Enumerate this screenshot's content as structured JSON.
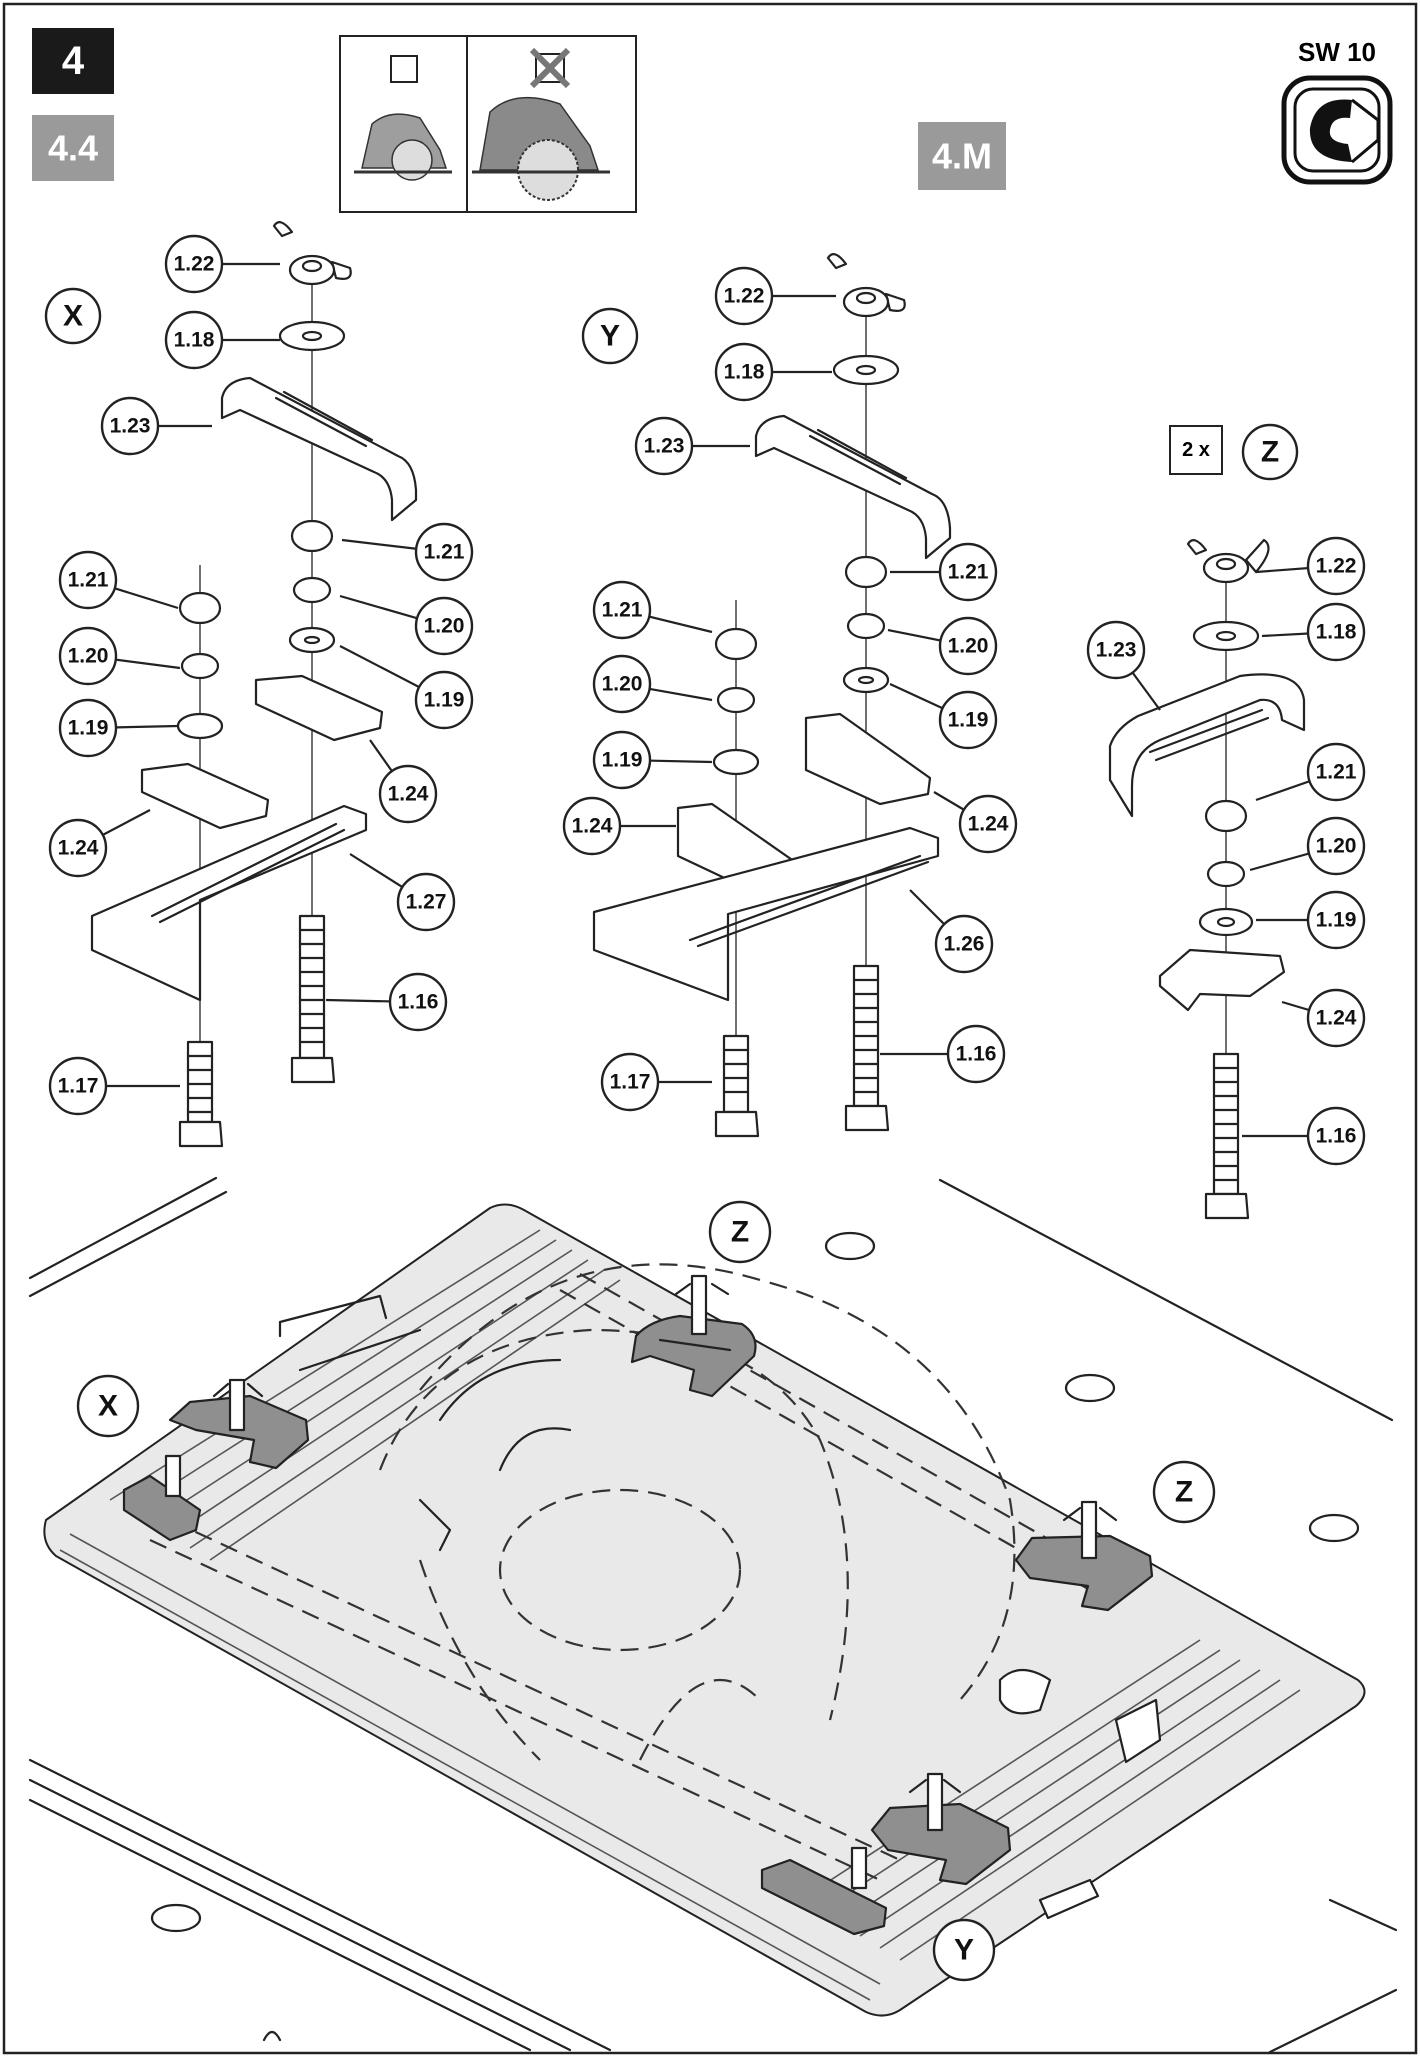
{
  "header": {
    "step_number": "4",
    "sub_step": "4.4",
    "variant": "4.M",
    "tool": "SW 10",
    "saw_option_small": "",
    "saw_option_large": ""
  },
  "colors": {
    "step_badge": "#1a1a1a",
    "sub_badge": "#9a9a9a",
    "highlight_part": "#8f8f8f",
    "line": "#222222"
  },
  "icons": [
    "wrench-icon",
    "checkbox-empty-icon",
    "checkbox-crossed-icon",
    "circular-saw-small-icon",
    "circular-saw-large-icon"
  ],
  "groups": {
    "x": {
      "title": "X",
      "parts": [
        "1.22",
        "1.18",
        "1.23",
        "1.21",
        "1.20",
        "1.19",
        "1.24",
        "1.27",
        "1.16",
        "1.21",
        "1.20",
        "1.19",
        "1.24",
        "1.17"
      ]
    },
    "y": {
      "title": "Y",
      "parts": [
        "1.22",
        "1.18",
        "1.23",
        "1.21",
        "1.20",
        "1.19",
        "1.24",
        "1.26",
        "1.16",
        "1.21",
        "1.20",
        "1.19",
        "1.24",
        "1.17"
      ]
    },
    "z": {
      "title": "Z",
      "quantity": "2 x",
      "parts": [
        "1.22",
        "1.18",
        "1.23",
        "1.21",
        "1.20",
        "1.19",
        "1.24",
        "1.16"
      ]
    }
  },
  "assembly": {
    "callouts": [
      "Z",
      "X",
      "Z",
      "Y"
    ]
  }
}
